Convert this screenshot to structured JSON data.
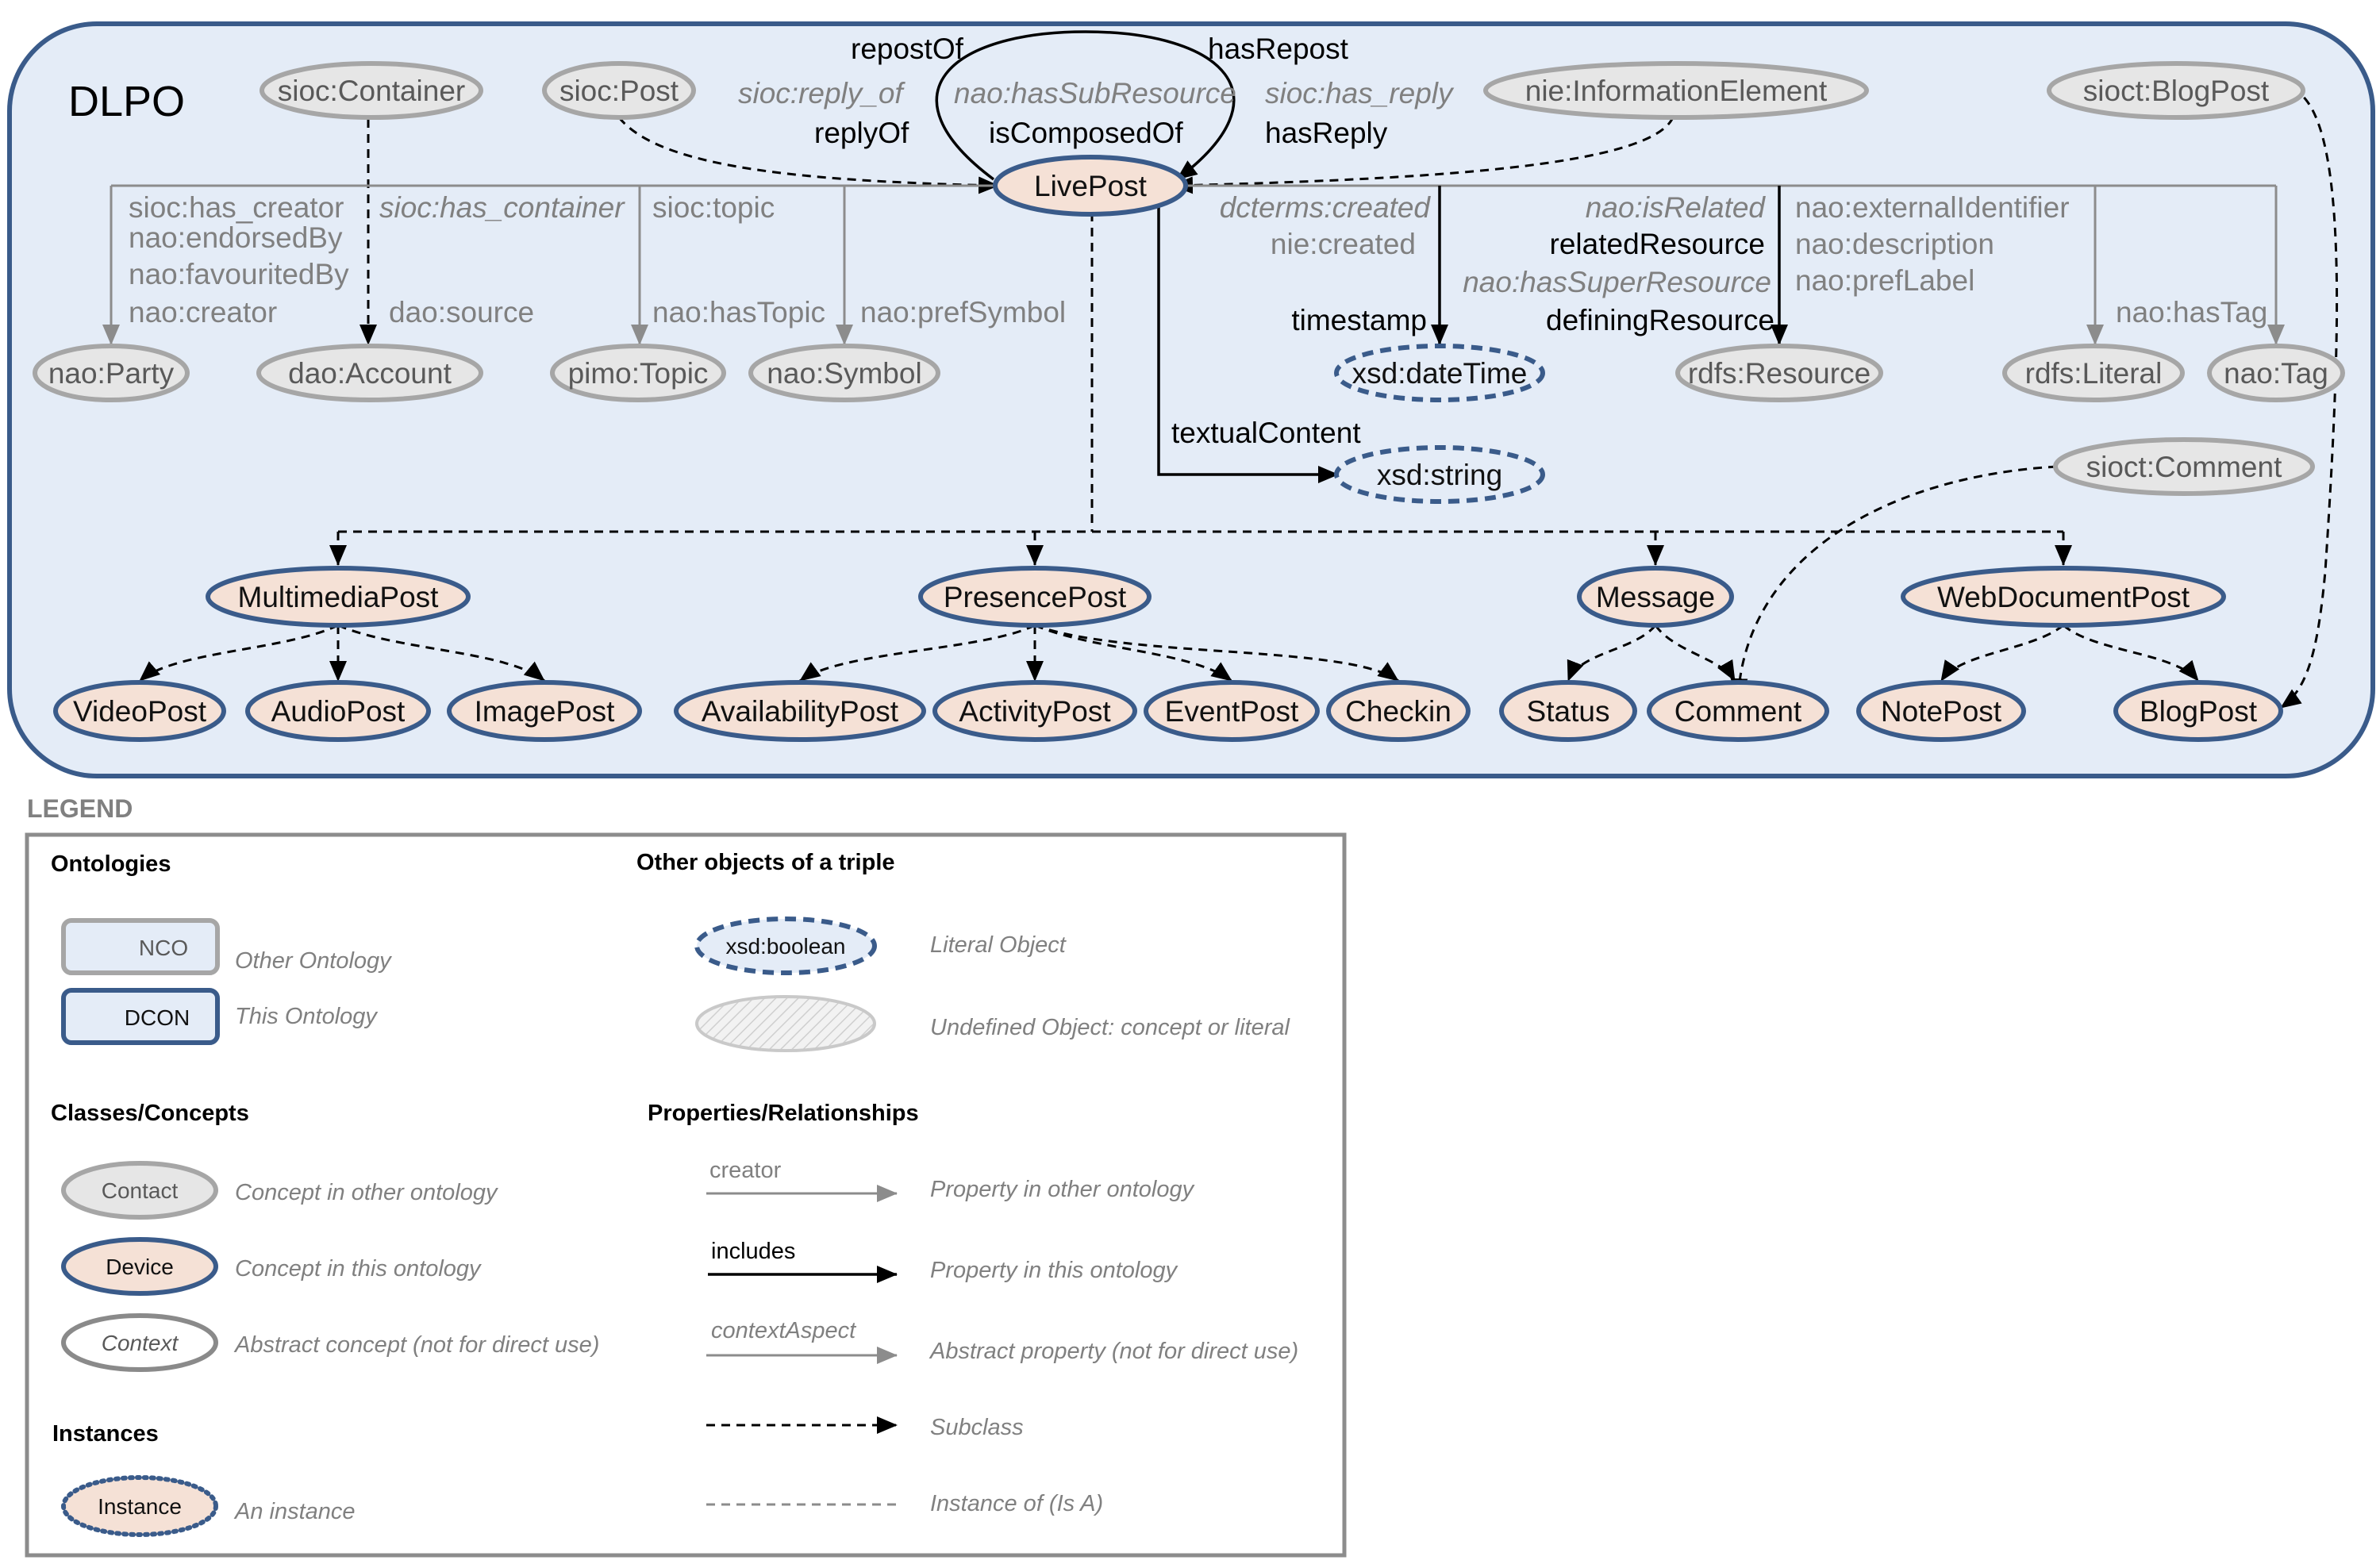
{
  "diagram": {
    "title": "DLPO",
    "nodes": {
      "sioc_container": "sioc:Container",
      "sioc_post": "sioc:Post",
      "nie_information_element": "nie:InformationElement",
      "sioct_blogpost": "sioct:BlogPost",
      "livepost": "LivePost",
      "nao_party": "nao:Party",
      "dao_account": "dao:Account",
      "pimo_topic": "pimo:Topic",
      "nao_symbol": "nao:Symbol",
      "xsd_datetime": "xsd:dateTime",
      "rdfs_resource": "rdfs:Resource",
      "rdfs_literal": "rdfs:Literal",
      "nao_tag": "nao:Tag",
      "xsd_string": "xsd:string",
      "sioct_comment": "sioct:Comment",
      "multimedia_post": "MultimediaPost",
      "presence_post": "PresencePost",
      "message": "Message",
      "webdocument_post": "WebDocumentPost",
      "video_post": "VideoPost",
      "audio_post": "AudioPost",
      "image_post": "ImagePost",
      "availability_post": "AvailabilityPost",
      "activity_post": "ActivityPost",
      "event_post": "EventPost",
      "checkin": "Checkin",
      "status": "Status",
      "comment": "Comment",
      "note_post": "NotePost",
      "blog_post": "BlogPost"
    },
    "edge_labels": {
      "repost_of": "repostOf",
      "has_repost": "hasRepost",
      "sioc_reply_of": "sioc:reply_of",
      "reply_of": "replyOf",
      "nao_has_sub_resource": "nao:hasSubResource",
      "is_composed_of": "isComposedOf",
      "sioc_has_reply": "sioc:has_reply",
      "has_reply": "hasReply",
      "sioc_has_creator": "sioc:has_creator",
      "nao_endorsed_by": "nao:endorsedBy",
      "nao_favourited_by": "nao:favouritedBy",
      "nao_creator": "nao:creator",
      "sioc_has_container": "sioc:has_container",
      "dao_source": "dao:source",
      "sioc_topic": "sioc:topic",
      "nao_has_topic": "nao:hasTopic",
      "nao_pref_symbol": "nao:prefSymbol",
      "dcterms_created": "dcterms:created",
      "nie_created": "nie:created",
      "timestamp": "timestamp",
      "nao_is_related": "nao:isRelated",
      "related_resource": "relatedResource",
      "nao_has_super_resource": "nao:hasSuperResource",
      "defining_resource": "definingResource",
      "nao_external_identifier": "nao:externalIdentifier",
      "nao_description": "nao:description",
      "nao_pref_label": "nao:prefLabel",
      "nao_has_tag": "nao:hasTag",
      "textual_content": "textualContent"
    }
  },
  "legend": {
    "title": "LEGEND",
    "ontologies": {
      "heading": "Ontologies",
      "other_sample": "NCO",
      "other_desc": "Other Ontology",
      "this_sample": "DCON",
      "this_desc": "This Ontology"
    },
    "objects": {
      "heading": "Other objects of a triple",
      "literal_sample": "xsd:boolean",
      "literal_desc": "Literal Object",
      "undefined_desc": "Undefined Object: concept or literal"
    },
    "classes": {
      "heading": "Classes/Concepts",
      "other_sample": "Contact",
      "other_desc": "Concept in other ontology",
      "this_sample": "Device",
      "this_desc": "Concept in this ontology",
      "abstract_sample": "Context",
      "abstract_desc": "Abstract concept (not for direct use)"
    },
    "properties": {
      "heading": "Properties/Relationships",
      "other_sample": "creator",
      "other_desc": "Property in other ontology",
      "this_sample": "includes",
      "this_desc": "Property in this ontology",
      "abstract_sample": "contextAspect",
      "abstract_desc": "Abstract property (not for direct use)",
      "subclass_desc": "Subclass",
      "instance_of_desc": "Instance of (Is A)"
    },
    "instances": {
      "heading": "Instances",
      "sample": "Instance",
      "desc": "An instance"
    }
  },
  "colors": {
    "frame_fill": "#e4ecf7",
    "own_stroke": "#3a5b8a",
    "own_fill": "#f5e1d6",
    "ext_fill": "#e6e6e6",
    "ext_stroke": "#a6a6a6"
  }
}
